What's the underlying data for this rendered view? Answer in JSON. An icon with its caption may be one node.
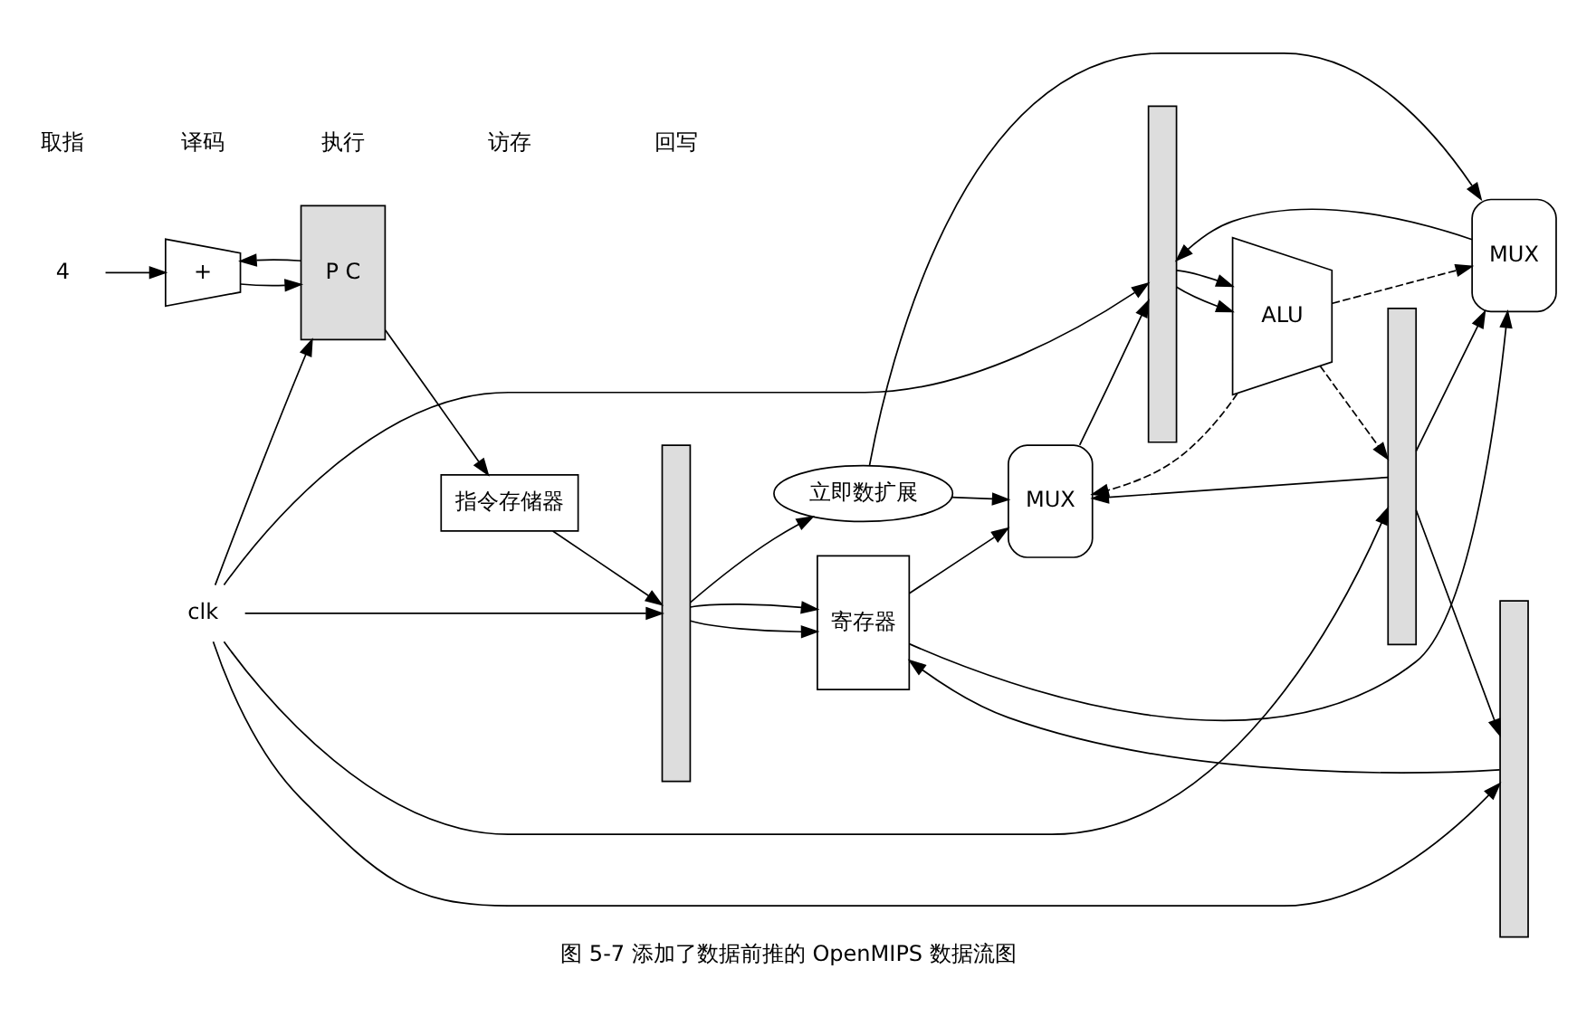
{
  "diagram": {
    "caption": "图 5-7 添加了数据前推的 OpenMIPS 数据流图",
    "nodes": [
      {
        "text": [
          "4"
        ]
      },
      {
        "text": [
          "+"
        ]
      },
      {
        "text": [
          "P C"
        ]
      },
      {
        "text": [
          "指令存储器"
        ]
      },
      {
        "text": [],
        "shape": "bar"
      },
      {
        "text": [
          "寄存器"
        ]
      },
      {
        "text": [
          "立即数扩展"
        ]
      },
      {
        "text": [
          "MUX"
        ]
      },
      {
        "text": [
          "MUX"
        ]
      },
      {
        "text": [],
        "shape": "bar"
      },
      {
        "text": [
          "ALU"
        ]
      },
      {
        "text": [],
        "shape": "bar"
      },
      {
        "text": [],
        "shape": "bar"
      },
      {
        "text": [
          "clk"
        ]
      }
    ],
    "edges": [
      {
        "from": 0,
        "to": 1,
        "arrow": "to"
      },
      {
        "from": 2,
        "to": 1,
        "arrow": "to"
      },
      {
        "from": 1,
        "to": 2,
        "arrow": "to"
      },
      {
        "from": 2,
        "to": 3,
        "arrow": "to"
      },
      {
        "from": 3,
        "to": 4,
        "arrow": "to"
      },
      {
        "from": 4,
        "to": 5,
        "arrow": "to"
      },
      {
        "from": 4,
        "to": 5,
        "arrow": "to"
      },
      {
        "from": 4,
        "to": 6,
        "arrow": "to"
      },
      {
        "from": 5,
        "to": 7,
        "arrow": "to"
      },
      {
        "from": 6,
        "to": 7,
        "arrow": "to"
      },
      {
        "from": 5,
        "to": 8,
        "arrow": "to"
      },
      {
        "from": 6,
        "to": 8,
        "arrow": "to"
      },
      {
        "from": 7,
        "to": 9,
        "arrow": "to"
      },
      {
        "from": 8,
        "to": 9,
        "arrow": "to"
      },
      {
        "from": 9,
        "to": 10,
        "arrow": "to"
      },
      {
        "from": 9,
        "to": 10,
        "arrow": "to"
      },
      {
        "from": 10,
        "to": 11,
        "arrow": "to",
        "style": "dashed"
      },
      {
        "from": 10,
        "to": 7,
        "arrow": "to",
        "style": "dashed"
      },
      {
        "from": 10,
        "to": 8,
        "arrow": "to",
        "style": "dashed"
      },
      {
        "from": 11,
        "to": 12,
        "arrow": "to"
      },
      {
        "from": 11,
        "to": 7,
        "arrow": "to"
      },
      {
        "from": 11,
        "to": 8,
        "arrow": "to"
      },
      {
        "from": 12,
        "to": 5,
        "arrow": "to"
      },
      {
        "from": 13,
        "to": 2,
        "arrow": "to"
      },
      {
        "from": 13,
        "to": 4,
        "arrow": "to"
      },
      {
        "from": 13,
        "to": 9,
        "arrow": "to"
      },
      {
        "from": 13,
        "to": 11,
        "arrow": "to"
      },
      {
        "from": 13,
        "to": 12,
        "arrow": "to"
      }
    ],
    "labels": [
      "取指",
      "译码",
      "执行",
      "访存",
      "回写"
    ]
  }
}
